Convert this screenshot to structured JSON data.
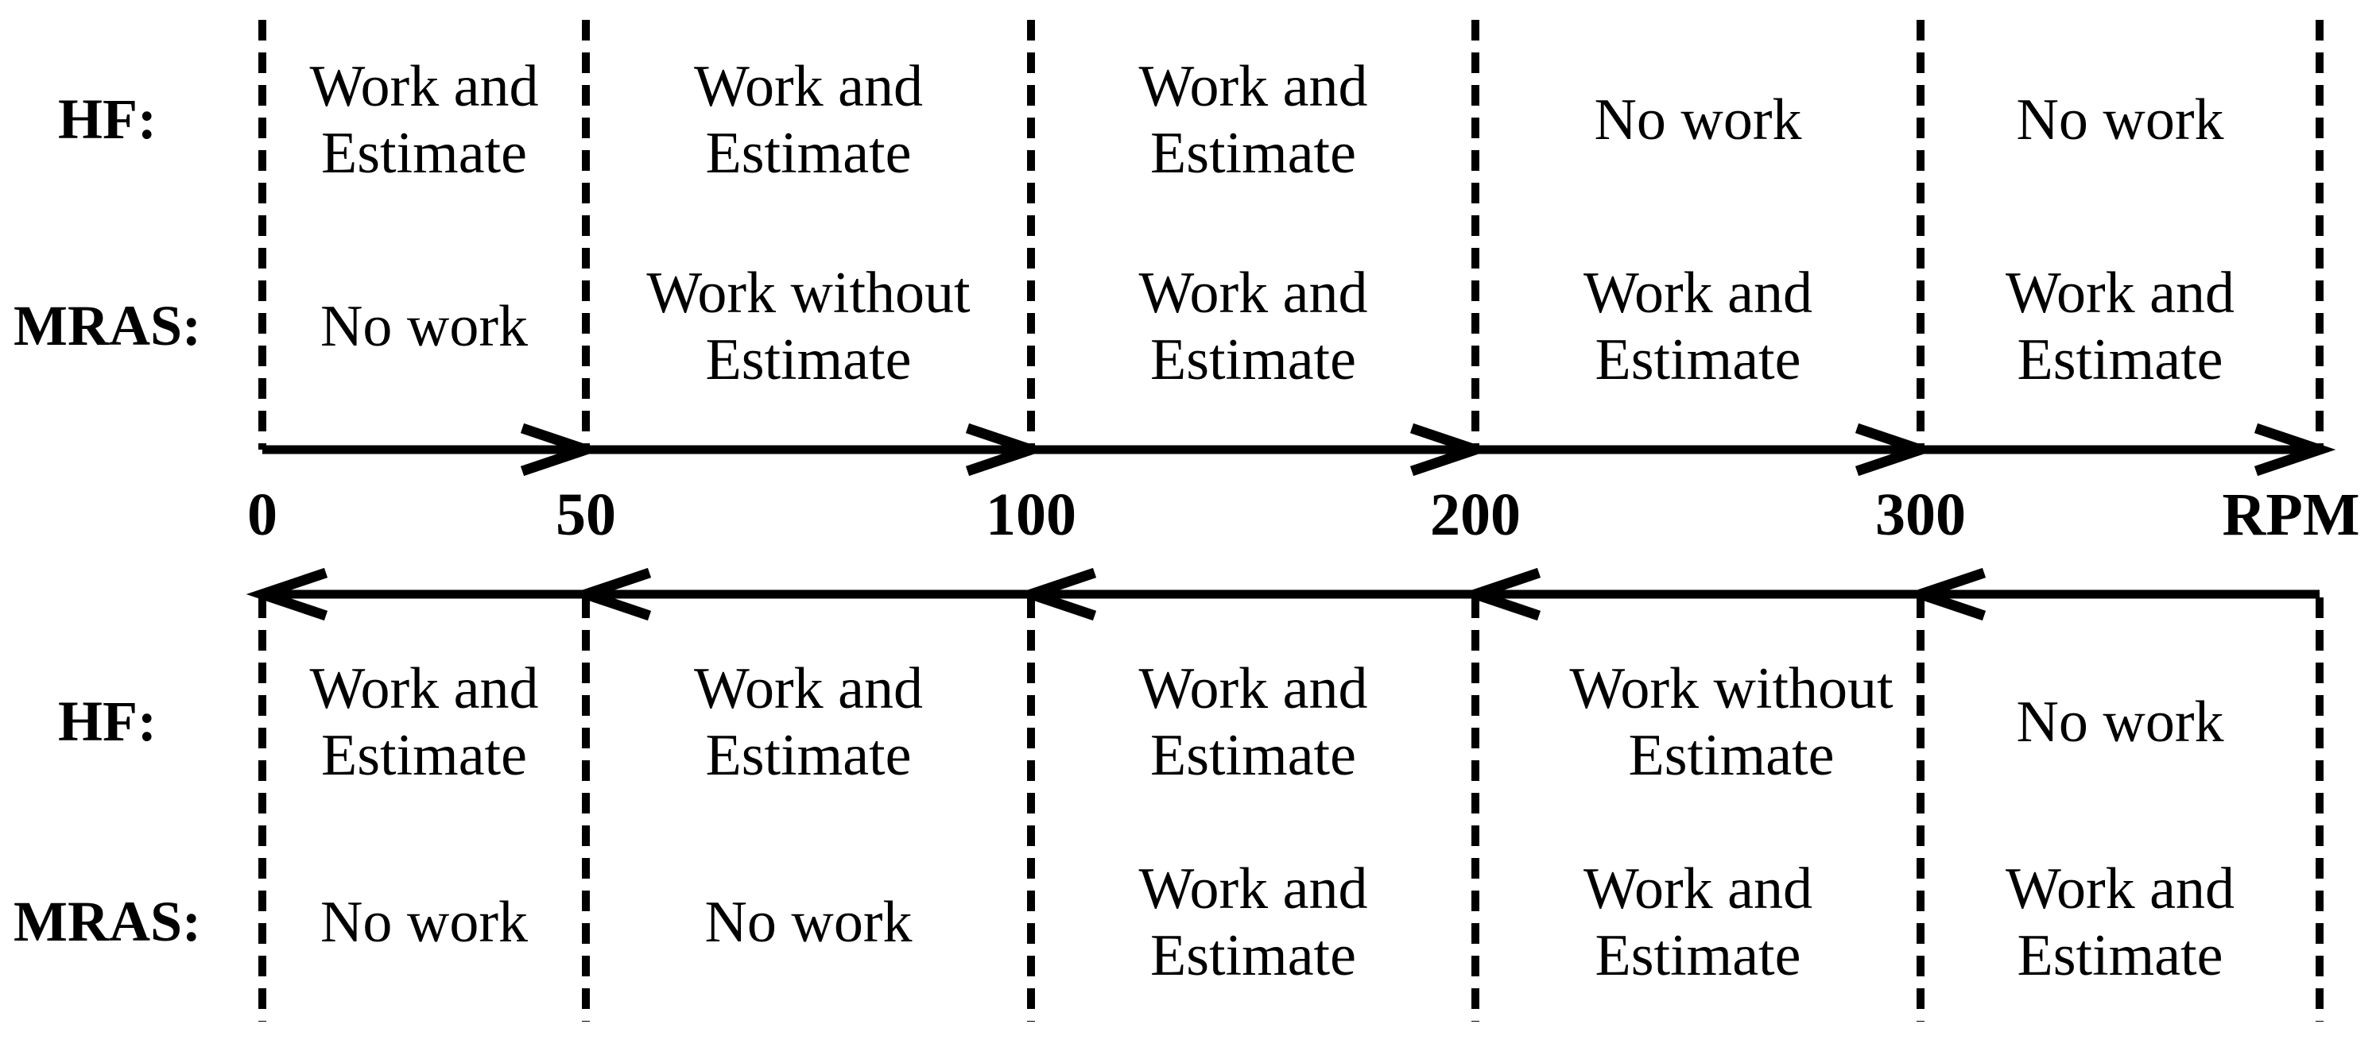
{
  "colors": {
    "ink": "#000000",
    "paper": "#ffffff"
  },
  "axis": {
    "unit": "RPM",
    "ticks": [
      "0",
      "50",
      "100",
      "200",
      "300"
    ],
    "top_axis_direction": "right",
    "bottom_axis_direction": "left"
  },
  "top": {
    "hf_label": "HF:",
    "mras_label": "MRAS:",
    "hf_cells": [
      "Work and\nEstimate",
      "Work and\nEstimate",
      "Work and\nEstimate",
      "No work",
      "No work"
    ],
    "mras_cells": [
      "No work",
      "Work without\nEstimate",
      "Work and\nEstimate",
      "Work and\nEstimate",
      "Work and\nEstimate"
    ]
  },
  "bottom": {
    "hf_label": "HF:",
    "mras_label": "MRAS:",
    "hf_cells": [
      "Work and\nEstimate",
      "Work and\nEstimate",
      "Work and\nEstimate",
      "Work without\nEstimate",
      "No work"
    ],
    "mras_cells": [
      "No work",
      "No work",
      "Work and\nEstimate",
      "Work and\nEstimate",
      "Work and\nEstimate"
    ]
  }
}
